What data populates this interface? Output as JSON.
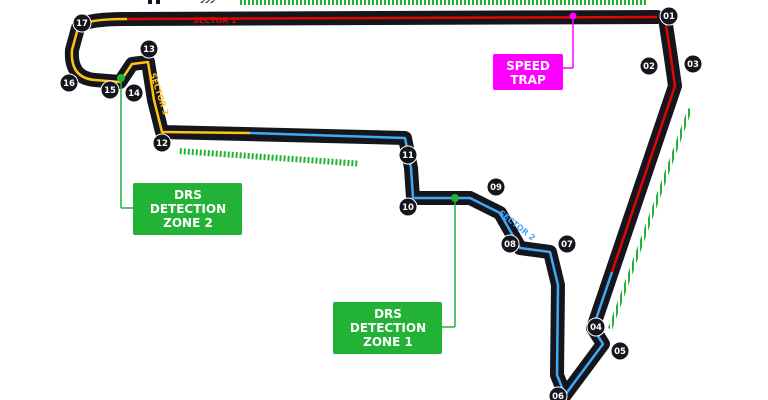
{
  "colors": {
    "track": "#15151e",
    "sector1": "#e10600",
    "sector2": "#3fa9f5",
    "sector3": "#ffc20e",
    "drs": "#22b236",
    "speed_trap": "#ff00ff",
    "turn_marker": "#15151e"
  },
  "sectors": {
    "s1": "SECTOR 1",
    "s2": "SECTOR 2",
    "s3": "SECTOR 3"
  },
  "turns": [
    "01",
    "02",
    "03",
    "04",
    "05",
    "06",
    "07",
    "08",
    "09",
    "10",
    "11",
    "12",
    "13",
    "14",
    "15",
    "16",
    "17"
  ],
  "callouts": {
    "speed_trap": {
      "line1": "SPEED",
      "line2": "TRAP"
    },
    "drs_zone_2": {
      "line1": "DRS",
      "line2": "DETECTION",
      "line3": "ZONE 2"
    },
    "drs_zone_1": {
      "line1": "DRS",
      "line2": "DETECTION",
      "line3": "ZONE 1"
    }
  },
  "drs_zones_count": 3
}
